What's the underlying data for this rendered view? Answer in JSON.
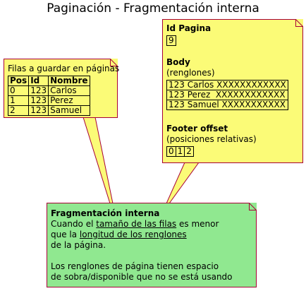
{
  "title": "Paginación - Fragmentación interna",
  "rows_note": {
    "caption": "Filas a guardar en páginas",
    "headers": [
      "Pos",
      "Id",
      "Nombre"
    ],
    "rows": [
      [
        "0",
        "123",
        "Carlos"
      ],
      [
        "1",
        "123",
        "Perez"
      ],
      [
        "2",
        "123",
        "Samuel"
      ]
    ]
  },
  "page_note": {
    "id_label": "Id Pagina",
    "id_value": "9",
    "body_label": "Body",
    "body_sub": "(renglones)",
    "body_rows": [
      "123 Carlos XXXXXXXXXXXX",
      "123 Perez  XXXXXXXXXXXX",
      "123 Samuel XXXXXXXXXXX"
    ],
    "footer_label": "Footer offset",
    "footer_sub": "(posiciones relativas)",
    "footer_values": [
      "0",
      "1",
      "2"
    ]
  },
  "frag_note": {
    "heading": "Fragmentación interna",
    "line1_pre": "Cuando el ",
    "line1_link": "tamaño de las filas",
    "line1_post": " es menor",
    "line2_pre": "que la ",
    "line2_link": "longitud de los renglones",
    "line3": "de la página.",
    "line4": "Los renglones de página tienen espacio",
    "line5": "de sobra/disponible que no se está usando"
  },
  "colors": {
    "note_yellow": "#fbfb77",
    "note_green": "#90e890",
    "border": "#a80036"
  }
}
